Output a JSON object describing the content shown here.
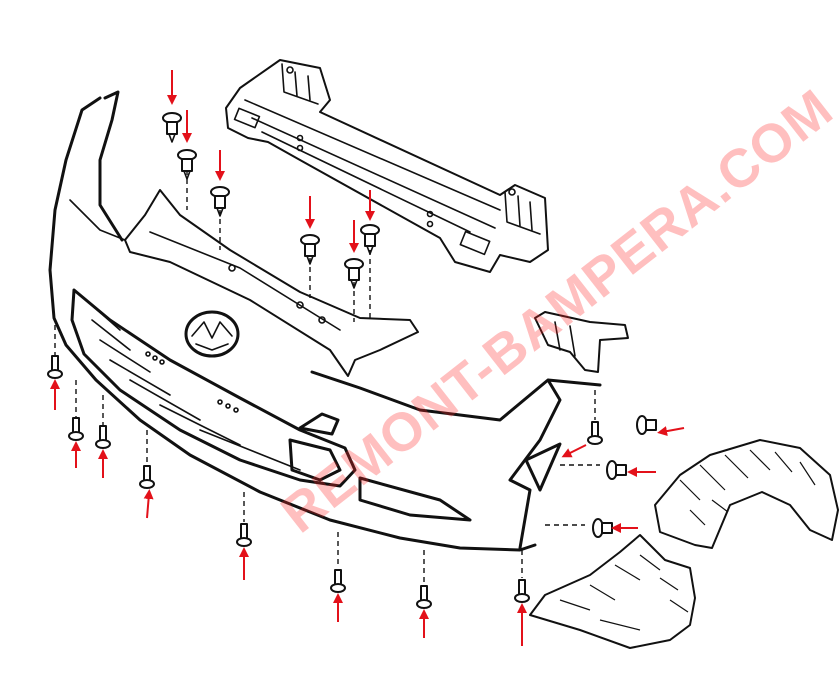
{
  "watermark": {
    "text": "REMONT-BAMPERA.COM",
    "color": "#ff2a2a"
  },
  "colors": {
    "arrow": "#e3111a",
    "line": "#111111",
    "background": "#ffffff"
  },
  "icons": {
    "emblem": "mazda-emblem-icon",
    "fastener_clip": "push-clip-icon",
    "fastener_bolt": "bolt-icon",
    "removal_arrow": "red-arrow-icon"
  },
  "parts": [
    "front-bumper-cover",
    "bumper-reinforcement-beam",
    "bumper-side-bracket",
    "fender-liner-front",
    "fender-liner-rear",
    "upper-support-bracket"
  ]
}
